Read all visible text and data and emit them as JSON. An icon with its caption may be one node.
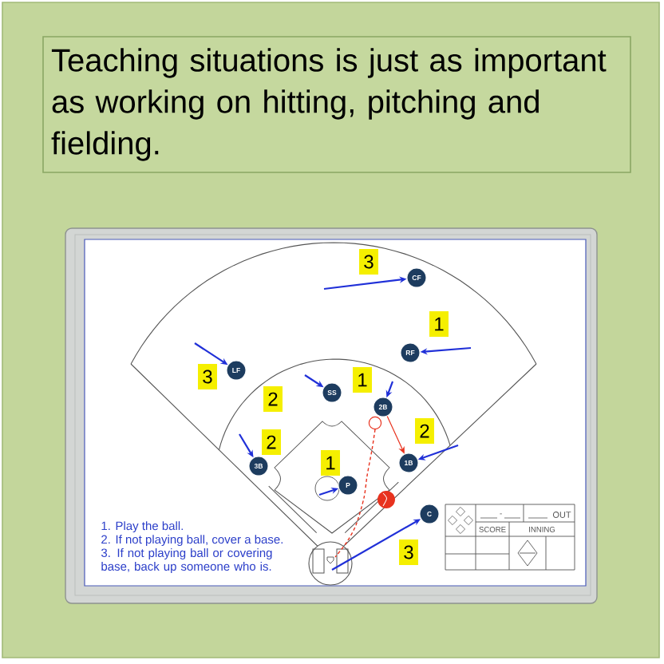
{
  "diagram": {
    "nodes": [
      {
        "text": [
          "Teaching situations is just as important as working on hitting, pitching and fielding."
        ]
      },
      {
        "text": [
          "3"
        ]
      },
      {
        "text": [
          "CF"
        ]
      },
      {
        "text": [
          "1"
        ]
      },
      {
        "text": [
          "RF"
        ]
      },
      {
        "text": [
          "3"
        ]
      },
      {
        "text": [
          "LF"
        ]
      },
      {
        "text": [
          "2"
        ]
      },
      {
        "text": [
          "SS"
        ]
      },
      {
        "text": [
          "1"
        ]
      },
      {
        "text": [
          "2B"
        ]
      },
      {
        "text": [
          "2"
        ]
      },
      {
        "text": [
          "2"
        ]
      },
      {
        "text": [
          "1"
        ]
      },
      {
        "text": [
          "1B"
        ]
      },
      {
        "text": [
          "3B"
        ]
      },
      {
        "text": [
          "P"
        ]
      },
      {
        "text": [
          "C"
        ]
      },
      {
        "text": [
          "3"
        ]
      }
    ],
    "edges": [
      {
        "from": null,
        "to": 2,
        "arrow": "to"
      },
      {
        "from": null,
        "to": 4,
        "arrow": "to"
      },
      {
        "from": null,
        "to": 6,
        "arrow": "to"
      },
      {
        "from": null,
        "to": 8,
        "arrow": "to"
      },
      {
        "from": null,
        "to": 10,
        "arrow": "to"
      },
      {
        "from": null,
        "to": 14,
        "arrow": "to"
      },
      {
        "from": null,
        "to": 15,
        "arrow": "to"
      },
      {
        "from": null,
        "to": 16,
        "arrow": "to"
      },
      {
        "from": null,
        "to": 17,
        "arrow": "to"
      },
      {
        "from": 10,
        "to": 14,
        "arrow": "to",
        "color": "#e8321e"
      }
    ],
    "labels": [
      "1. Play the ball.",
      "2. If not playing ball, cover a base.",
      "3. If not playing ball or covering base, back up someone who is.",
      "-",
      "OUT",
      "SCORE",
      "INNING"
    ]
  }
}
